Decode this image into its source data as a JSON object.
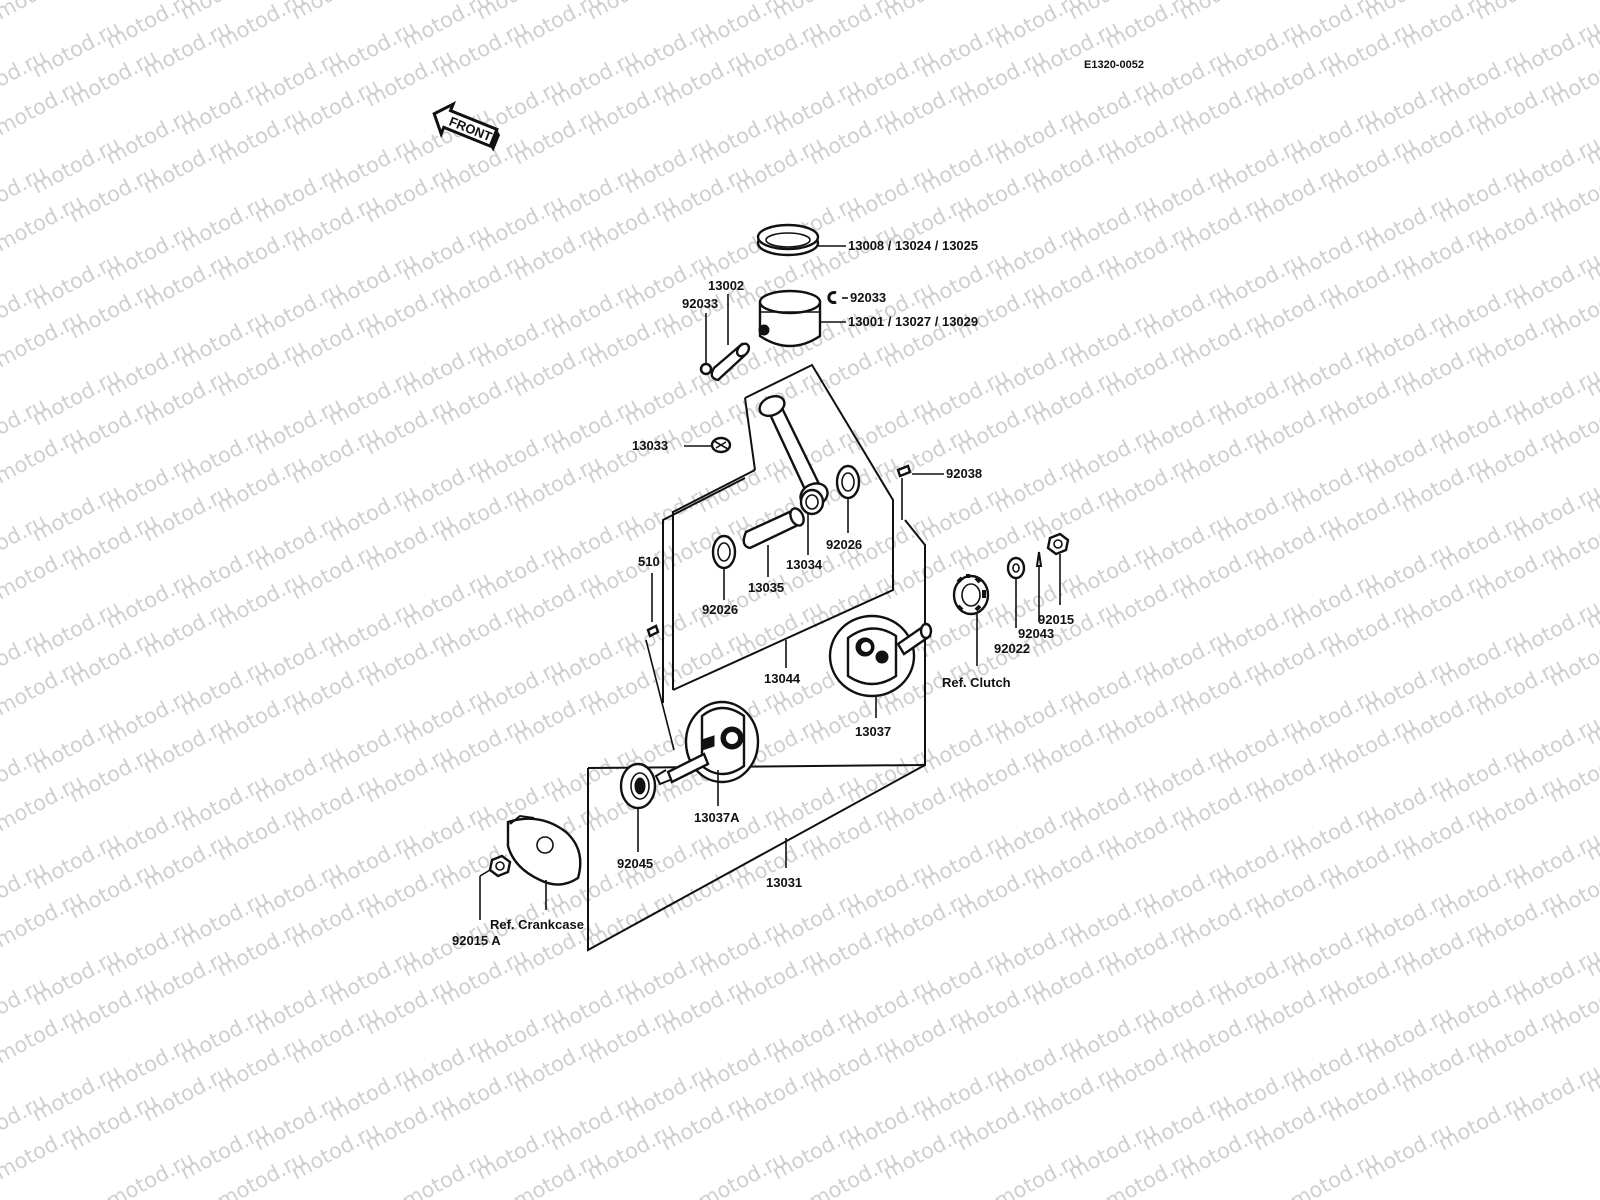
{
  "diagram_code": "E1320-0052",
  "front_label": "FRONT",
  "watermark": "motod.ru",
  "labels": {
    "rings": "13008 / 13024 / 13025",
    "pin": "13002",
    "clip_left": "92033",
    "clip_right": "92033",
    "piston": "13001 / 13027 / 13029",
    "small_end_bearing": "13033",
    "key_right": "92038",
    "washer_right": "92026",
    "big_end_bearing": "13034",
    "crank_pin": "13035",
    "washer_left": "92026",
    "dowel": "510",
    "conrod_assy": "13044",
    "flywheel_right": "13037",
    "flywheel_left": "13037A",
    "main_bearing": "92045",
    "crankshaft_assy": "13031",
    "ref_clutch": "Ref. Clutch",
    "gear_washer": "92022",
    "cotter_pin": "92043",
    "nut_right": "92015",
    "ref_crankcase": "Ref. Crankcase",
    "nut_left": "92015 A"
  }
}
